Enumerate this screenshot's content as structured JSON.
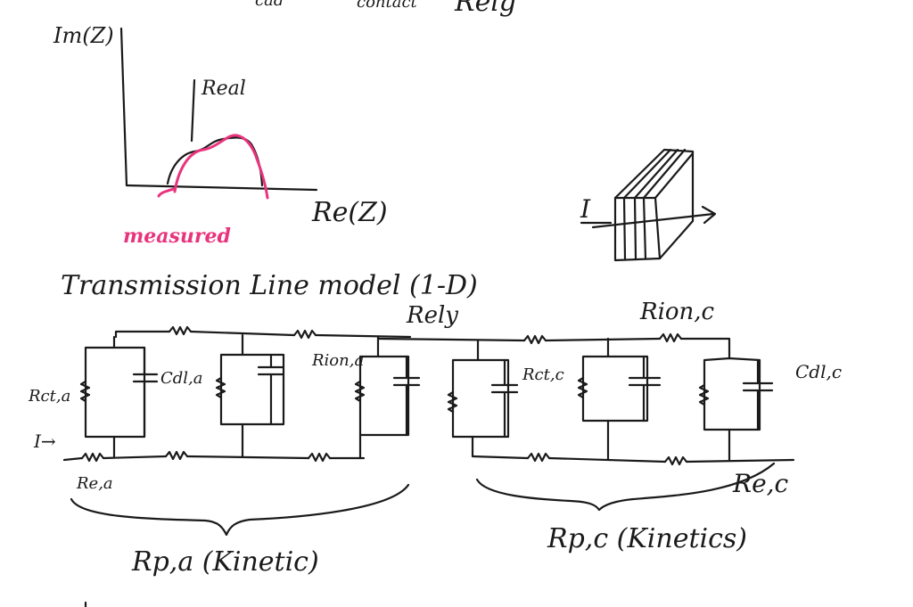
{
  "top_text": {
    "cut1": "cad",
    "cut2": "contact",
    "cut3": "Relg"
  },
  "nyquist": {
    "ylabel": "Im(Z)",
    "xlabel": "Re(Z)",
    "real_label": "Real",
    "measured_label": "measured"
  },
  "cell_sketch": {
    "current_label": "I"
  },
  "title": "Transmission Line model (1-D)",
  "circuit": {
    "r_ely": "Rely",
    "r_ion_c": "Rion,c",
    "r_ion_a": "Rion,a",
    "c_dl_a": "Cdl,a",
    "r_ct_a": "Rct,a",
    "r_ct_c": "Rct,c",
    "c_dl_c": "Cdl,c",
    "current_in": "I→",
    "r_e_a": "Re,a",
    "r_e_c": "Re,c"
  },
  "brace_labels": {
    "anode": "Rp,a (Kinetic)",
    "cathode": "Rp,c (Kinetics)"
  },
  "colors": {
    "ink": "#1a1a1a",
    "highlight": "#e8347d"
  }
}
